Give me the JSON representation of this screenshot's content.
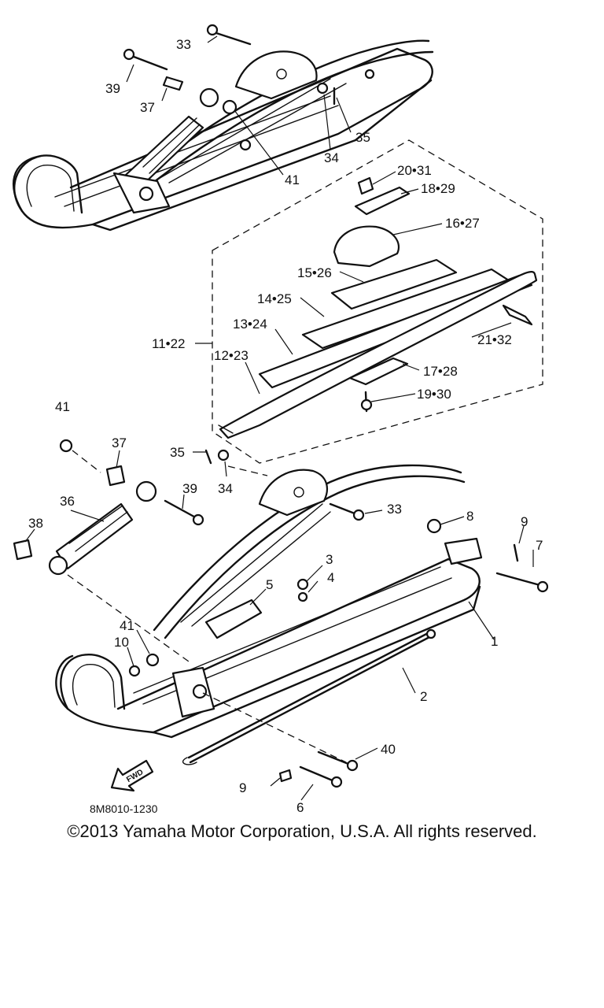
{
  "diagram": {
    "callouts": {
      "c33_top": "33",
      "c39_top": "39",
      "c37_top": "37",
      "c35_top": "35",
      "c34_top": "34",
      "c41_top": "41",
      "c20_31": "20•31",
      "c18_29": "18•29",
      "c16_27": "16•27",
      "c15_26": "15•26",
      "c14_25": "14•25",
      "c13_24": "13•24",
      "c11_22": "11•22",
      "c12_23": "12•23",
      "c21_32": "21•32",
      "c17_28": "17•28",
      "c19_30": "19•30",
      "c41_mid": "41",
      "c37_mid": "37",
      "c35_mid": "35",
      "c34_mid": "34",
      "c36": "36",
      "c39_mid": "39",
      "c33_mid": "33",
      "c38": "38",
      "c8": "8",
      "c9_right": "9",
      "c7": "7",
      "c3": "3",
      "c4": "4",
      "c5": "5",
      "c1": "1",
      "c41_low": "41",
      "c10": "10",
      "c2": "2",
      "c40": "40",
      "c9_low": "9",
      "c6": "6"
    },
    "fwd_label": "FWD",
    "diagram_code": "8M8010-1230"
  },
  "copyright": "©2013 Yamaha Motor Corporation, U.S.A. All rights reserved."
}
